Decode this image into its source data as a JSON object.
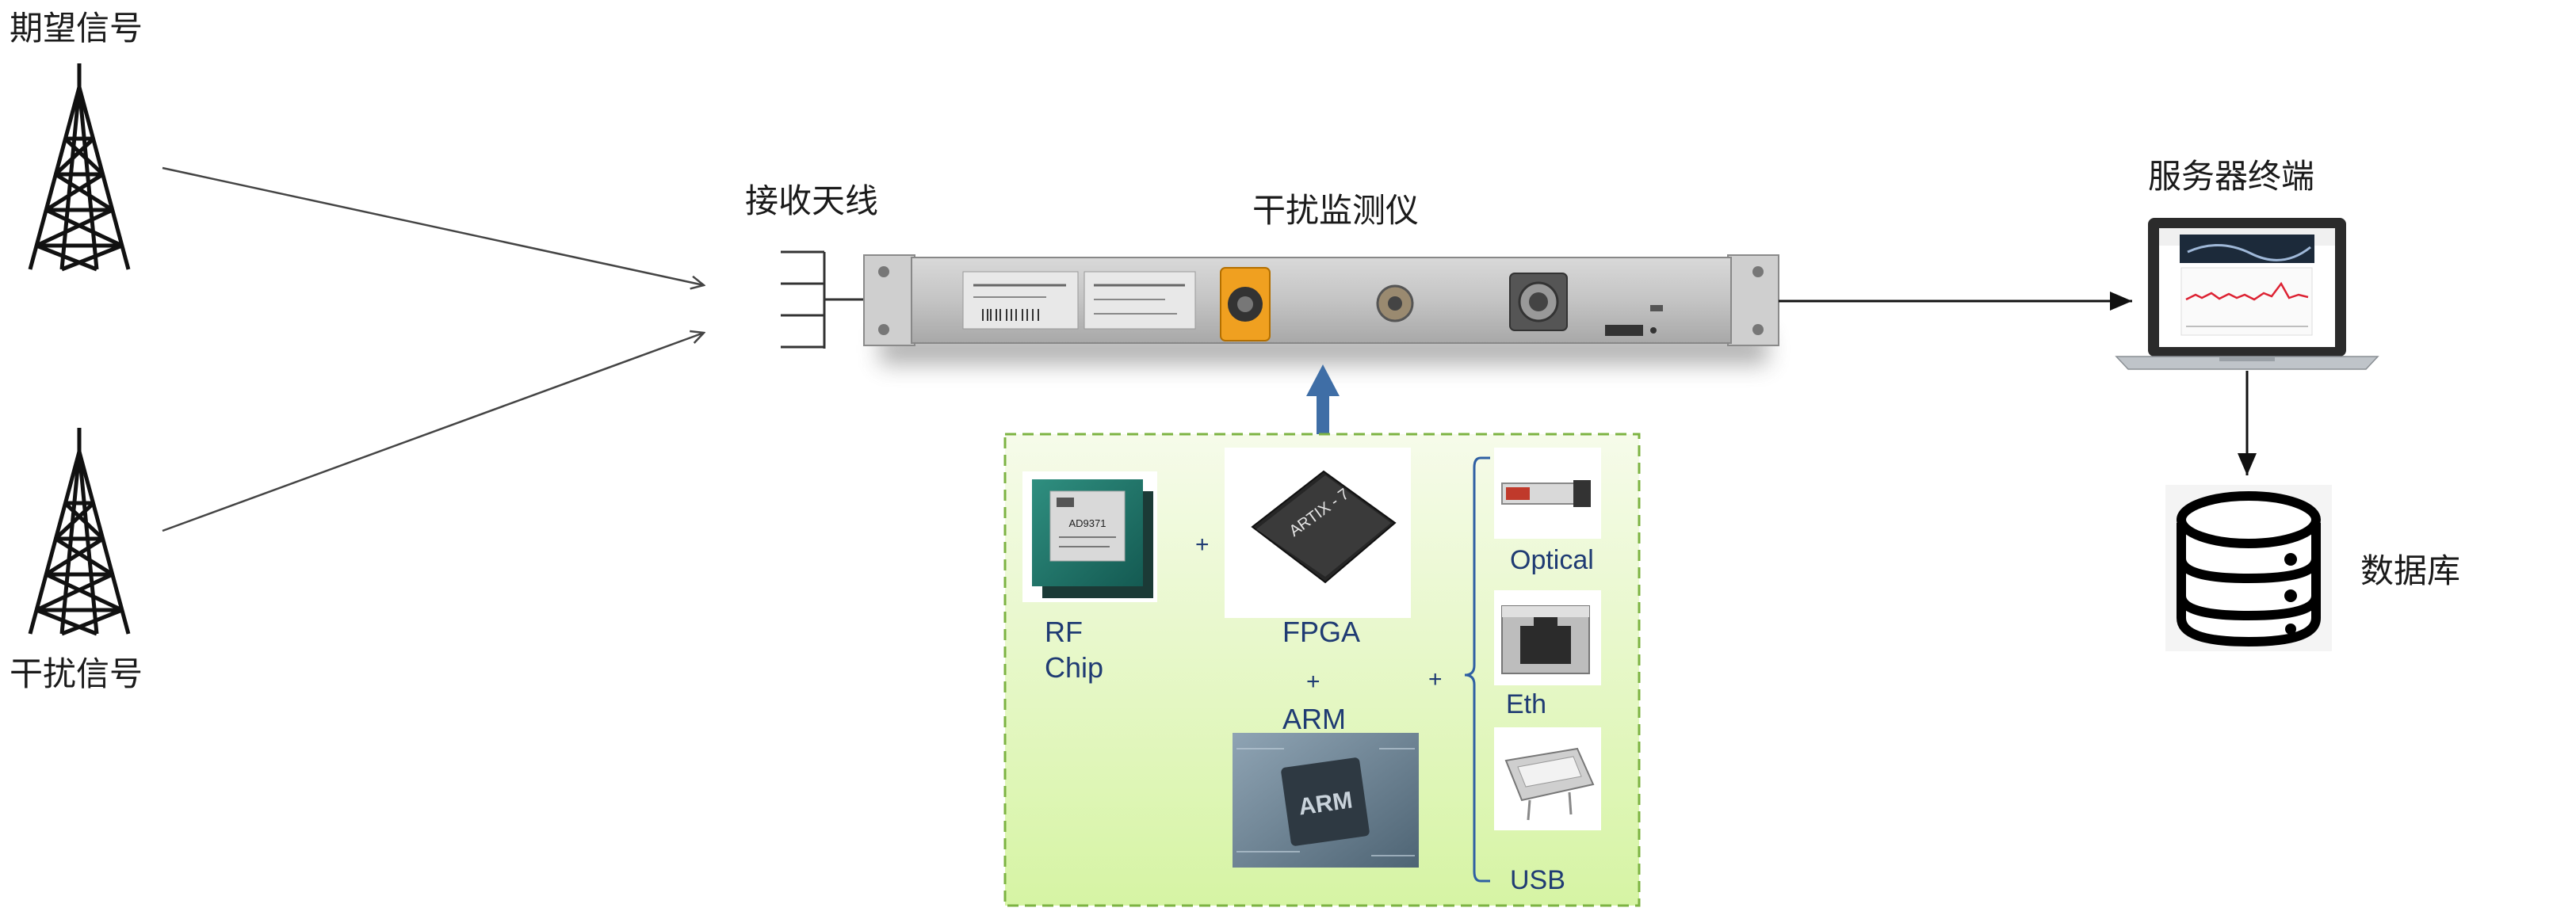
{
  "labels": {
    "desired_signal": "期望信号",
    "interference_signal": "干扰信号",
    "receive_antenna": "接收天线",
    "monitor_device": "干扰监测仪",
    "server_terminal": "服务器终端",
    "database": "数据库"
  },
  "hardware": {
    "rf_chip_line1": "RF",
    "rf_chip_line2": "Chip",
    "rf_chip_marking": "AD9371",
    "fpga_label": "FPGA",
    "fpga_marking": "ARTIX - 7",
    "arm_label": "ARM",
    "arm_marking": "ARM",
    "plus_sign": "+",
    "interfaces": [
      "Optical",
      "Eth",
      "USB"
    ]
  },
  "colors": {
    "hardware_box_fill_top": "#f5fbe8",
    "hardware_box_fill_bottom": "#d8f5a8",
    "hardware_box_border": "#7cb342",
    "hardware_text": "#1f3b73",
    "up_arrow": "#3f6ea6",
    "connector_orange": "#f0a020"
  },
  "icons": [
    "tower-icon",
    "antenna-icon",
    "laptop-icon",
    "database-icon",
    "chip-icon",
    "sfp-module-icon",
    "ethernet-port-icon",
    "usb-port-icon"
  ]
}
